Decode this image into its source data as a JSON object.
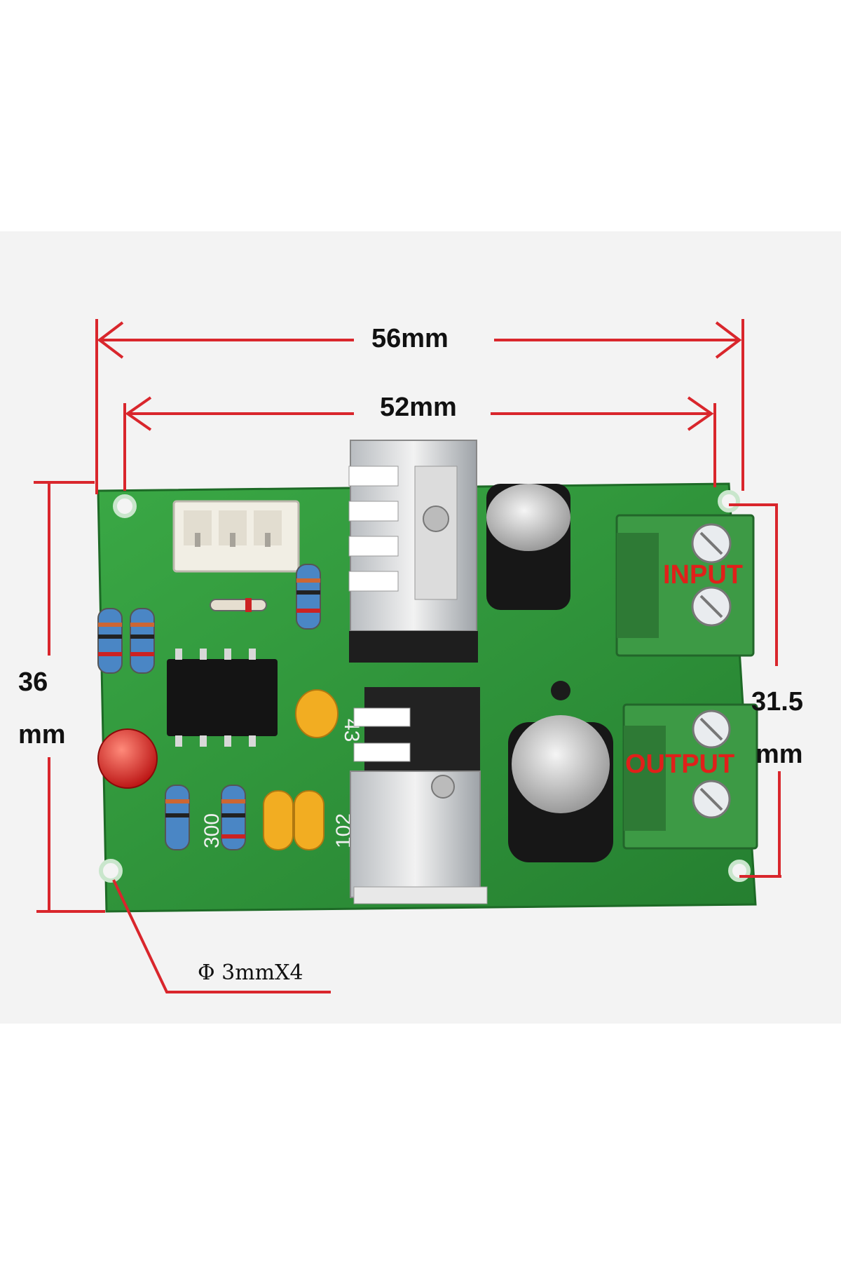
{
  "dimensions": {
    "overall_width": "56mm",
    "hole_spacing_width": "52mm",
    "overall_height_value": "36",
    "overall_height_unit": "mm",
    "hole_spacing_height_value": "31.5",
    "hole_spacing_height_unit": "mm",
    "mounting_holes": "Φ 3mmX4"
  },
  "terminals": {
    "input": "INPUT",
    "output": "OUTPUT"
  },
  "component_markings": {
    "cap_a": "43",
    "cap_b": "102",
    "resistor": "300"
  },
  "colors": {
    "pcb_green": "#2f9a3a",
    "dimension_red": "#d9262c",
    "terminal_green": "#3d9a45",
    "led_red": "#d81e1e"
  },
  "icons": [
    "red-dimension-arrows",
    "pcb-board-photo"
  ]
}
